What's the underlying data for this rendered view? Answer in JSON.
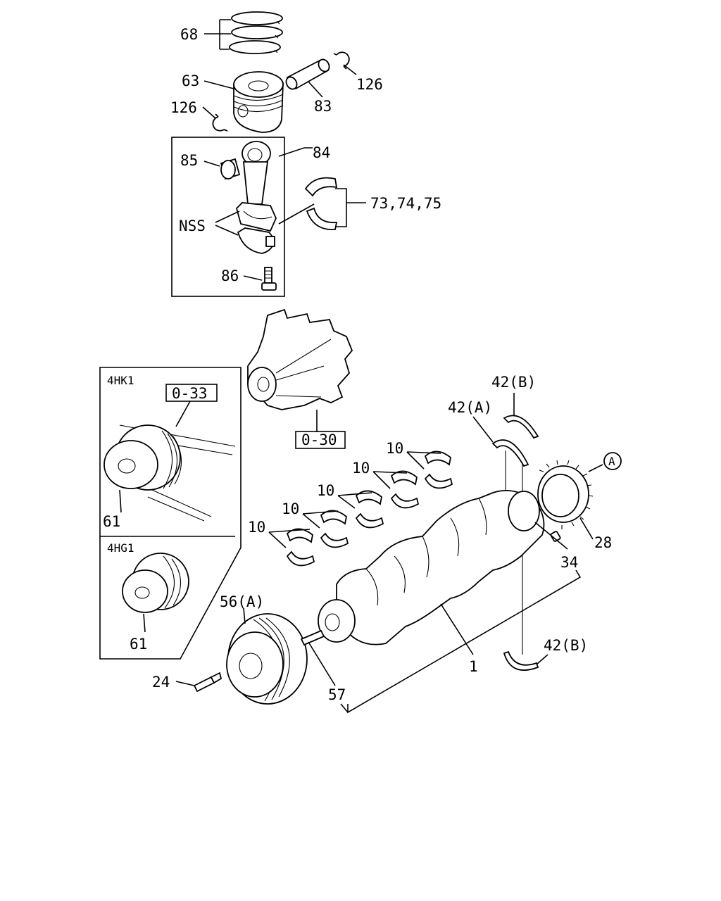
{
  "labels": {
    "p68": "68",
    "p63": "63",
    "p126a": "126",
    "p126b": "126",
    "p83": "83",
    "p85": "85",
    "p84": "84",
    "p73": "73,74,75",
    "nss": "NSS",
    "p86": "86",
    "hk1": "4HK1",
    "ref033": "0-33",
    "ref030": "0-30",
    "p61a": "61",
    "hg1": "4HG1",
    "p61b": "61",
    "p42b_top": "42(B)",
    "p42a": "42(A)",
    "p10_1": "10",
    "p10_2": "10",
    "p10_3": "10",
    "p10_4": "10",
    "p10_5": "10",
    "circleA": "A",
    "p28": "28",
    "p34": "34",
    "p56a": "56(A)",
    "p24": "24",
    "p57": "57",
    "p1": "1",
    "p42b_bot": "42(B)"
  }
}
